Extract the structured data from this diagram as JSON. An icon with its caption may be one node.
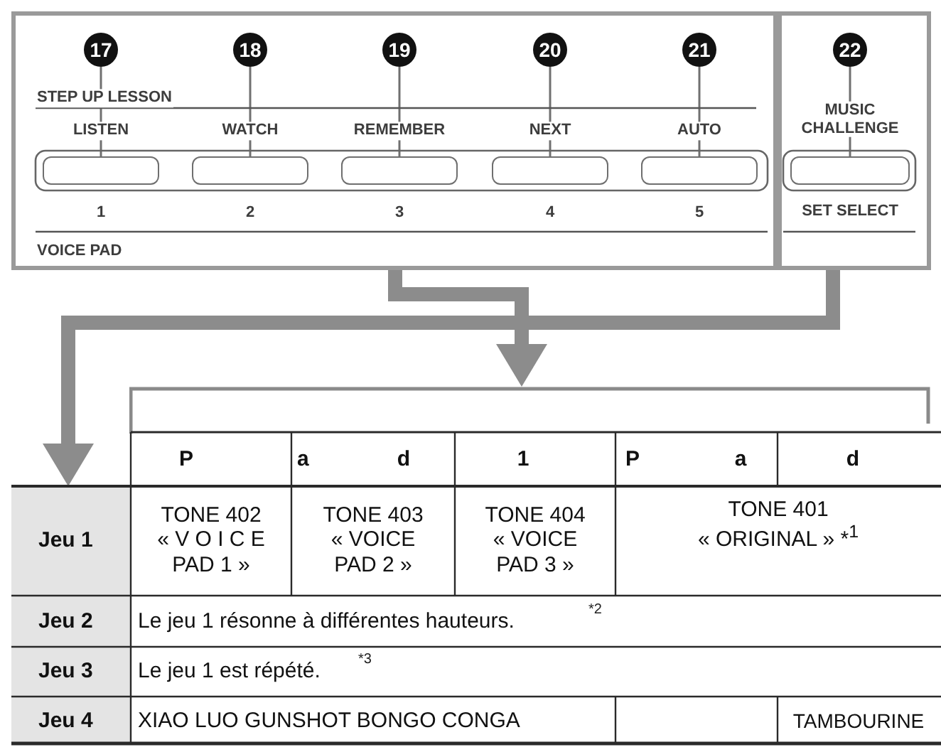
{
  "diagram": {
    "nodes": [
      {
        "text": [
          "STEP UP LESSON",
          "VOICE PAD"
        ]
      },
      {
        "text": [],
        "shape": "box"
      },
      {
        "text": [
          "17"
        ],
        "in": 0
      },
      {
        "text": [
          "18"
        ],
        "in": 0
      },
      {
        "text": [
          "19"
        ],
        "in": 0
      },
      {
        "text": [
          "20"
        ],
        "in": 0
      },
      {
        "text": [
          "21"
        ],
        "in": 0
      },
      {
        "text": [
          "22"
        ],
        "in": 1
      },
      {
        "text": [],
        "shape": "box",
        "in": 0,
        "beside": [
          "LISTEN",
          "1"
        ]
      },
      {
        "text": [],
        "shape": "box",
        "in": 0,
        "beside": [
          "WATCH",
          "2"
        ]
      },
      {
        "text": [],
        "shape": "box",
        "in": 0,
        "beside": [
          "REMEMBER",
          "3"
        ]
      },
      {
        "text": [],
        "shape": "box",
        "in": 0,
        "beside": [
          "NEXT",
          "4"
        ]
      },
      {
        "text": [],
        "shape": "box",
        "in": 0,
        "beside": [
          "AUTO",
          "5"
        ]
      },
      {
        "text": [],
        "shape": "box",
        "in": 1,
        "beside": [
          "MUSIC CHALLENGE",
          "SET SELECT"
        ]
      },
      {
        "text": [],
        "shape": "bracket"
      },
      {
        "text": [
          "Jeu 1",
          "Jeu 2",
          "Jeu 3",
          "Jeu 4"
        ]
      }
    ],
    "edges": [
      {
        "from": 2,
        "to": 8,
        "arrow": "none"
      },
      {
        "from": 3,
        "to": 9,
        "arrow": "none"
      },
      {
        "from": 4,
        "to": 10,
        "arrow": "none"
      },
      {
        "from": 5,
        "to": 11,
        "arrow": "none"
      },
      {
        "from": 6,
        "to": 12,
        "arrow": "none"
      },
      {
        "from": 7,
        "to": 13,
        "arrow": "none"
      },
      {
        "from": 0,
        "to": 14,
        "arrow": "to",
        "style": "thick",
        "color": "#8c8c8c"
      },
      {
        "from": 1,
        "to": 15,
        "arrow": "to",
        "style": "thick",
        "color": "#8c8c8c"
      }
    ],
    "labels": [
      "P",
      "a",
      "d",
      "1",
      "P",
      "a",
      "d",
      "TONE 402 « V O I C E PAD 1 »",
      "TONE 403 « VOICE PAD 2 »",
      "TONE 404 « VOICE PAD 3 »",
      "TONE 401 « ORIGINAL » *$^{1}$",
      "Le jeu 1 résonne à différentes hauteurs.",
      "*2",
      "Le jeu 1 est répété.",
      "*3",
      "XIAO LUO GUNSHOT BONGO CONGA",
      "TAMBOURINE"
    ]
  }
}
